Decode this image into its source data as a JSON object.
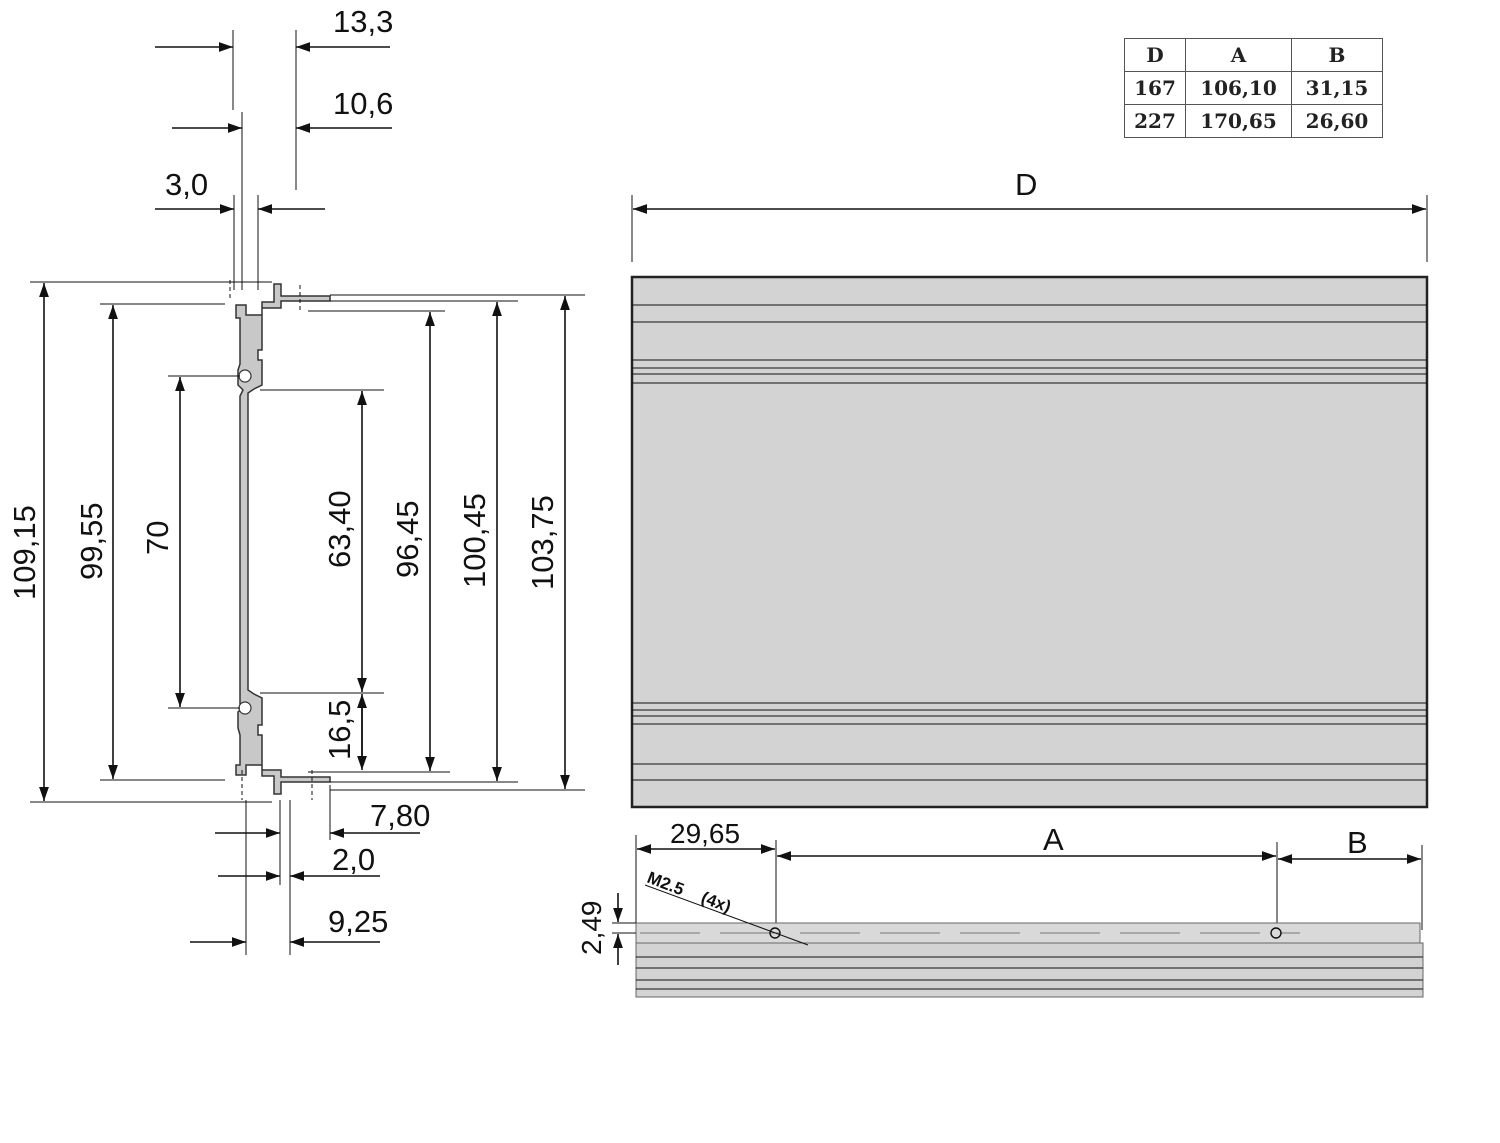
{
  "table": {
    "headers": [
      "D",
      "A",
      "B"
    ],
    "rows": [
      [
        "167",
        "106,10",
        "31,15"
      ],
      [
        "227",
        "170,65",
        "26,60"
      ]
    ]
  },
  "dims": {
    "w13_3": "13,3",
    "w10_6": "10,6",
    "w3_0": "3,0",
    "h109_15": "109,15",
    "h99_55": "99,55",
    "h70": "70",
    "h63_40": "63,40",
    "h96_45": "96,45",
    "h100_45": "100,45",
    "h103_75": "103,75",
    "h16_5": "16,5",
    "w7_80": "7,80",
    "w2_0": "2,0",
    "w9_25": "9,25",
    "D": "D",
    "x29_65": "29,65",
    "A": "A",
    "B": "B",
    "h2_49": "2,49",
    "thread": "M2.5",
    "thread_count": "(4x)"
  }
}
